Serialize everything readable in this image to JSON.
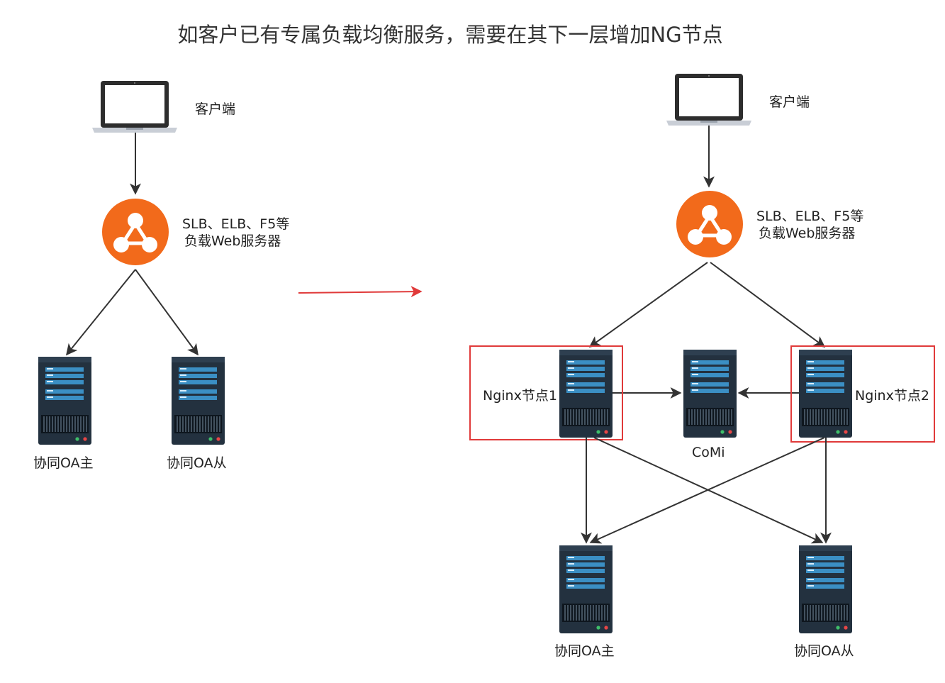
{
  "title": "如客户已有专属负载均衡服务，需要在其下一层增加NG节点",
  "left": {
    "client_label": "客户端",
    "lb_label_line1": "SLB、ELB、F5等",
    "lb_label_line2": "负载Web服务器",
    "server_master_label": "协同OA主",
    "server_slave_label": "协同OA从"
  },
  "right": {
    "client_label": "客户端",
    "lb_label_line1": "SLB、ELB、F5等",
    "lb_label_line2": "负载Web服务器",
    "nginx1_label": "Nginx节点1",
    "nginx2_label": "Nginx节点2",
    "comi_label": "CoMi",
    "server_master_label": "协同OA主",
    "server_slave_label": "协同OA从"
  },
  "colors": {
    "lb_orange": "#f26a1b",
    "server_dark": "#23313f",
    "highlight_red": "#e03a3a",
    "arrow": "#333333"
  }
}
